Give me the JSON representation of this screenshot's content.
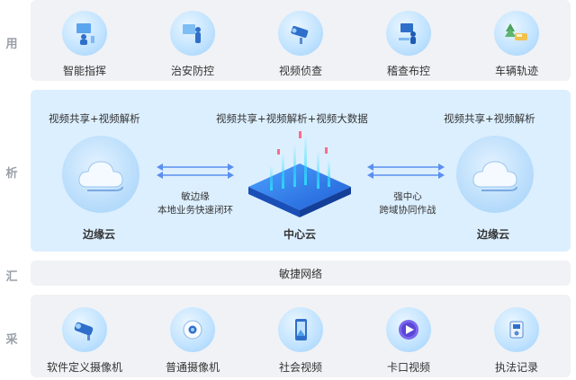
{
  "layers": {
    "application": "用",
    "analysis": "析",
    "aggregation": "汇",
    "collection": "采"
  },
  "application": {
    "items": [
      {
        "label": "智能指挥",
        "icon": "command-person-icon"
      },
      {
        "label": "治安防控",
        "icon": "security-officer-icon"
      },
      {
        "label": "视频侦查",
        "icon": "surveillance-camera-icon"
      },
      {
        "label": "稽查布控",
        "icon": "inspection-desk-icon"
      },
      {
        "label": "车辆轨迹",
        "icon": "vehicle-tracking-icon"
      }
    ]
  },
  "analysis": {
    "left": {
      "title": "视频共享+视频解析",
      "label": "边缘云"
    },
    "center": {
      "title": "视频共享+视频解析+视频大数据",
      "label": "中心云"
    },
    "right": {
      "title": "视频共享+视频解析",
      "label": "边缘云"
    },
    "left_link": {
      "line1": "敏边缘",
      "line2": "本地业务快速闭环"
    },
    "right_link": {
      "line1": "强中心",
      "line2": "跨域协同作战"
    }
  },
  "network": {
    "label": "敏捷网络"
  },
  "collection": {
    "items": [
      {
        "label": "软件定义摄像机",
        "icon": "sdc-camera-icon"
      },
      {
        "label": "普通摄像机",
        "icon": "dome-camera-icon"
      },
      {
        "label": "社会视频",
        "icon": "mobile-video-icon"
      },
      {
        "label": "卡口视频",
        "icon": "checkpoint-video-icon"
      },
      {
        "label": "执法记录",
        "icon": "body-recorder-icon"
      }
    ]
  },
  "colors": {
    "panel_gray": "#f1f2f5",
    "panel_blue": "#dcefff",
    "accent_blue": "#2a7be4",
    "arrow_blue": "#5a8ff0"
  }
}
